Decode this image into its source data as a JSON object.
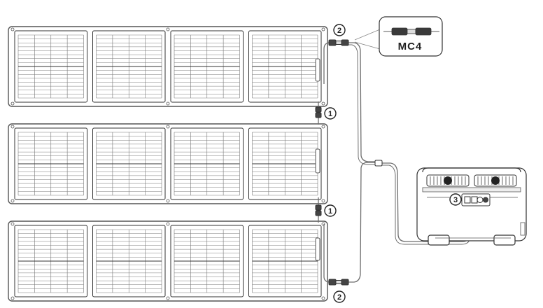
{
  "callouts": {
    "parallel_connector": "1",
    "mc4_cable": "2",
    "power_input": "3"
  },
  "connector_label": "MC4",
  "panels": {
    "rows": 3,
    "modules_per_panel": 4
  },
  "colors": {
    "outline": "#333333",
    "panel_frame": "#555555",
    "cell_line": "#7a7a7a",
    "cable": "#6e6e6e",
    "bubble_fill": "#ffffff"
  }
}
